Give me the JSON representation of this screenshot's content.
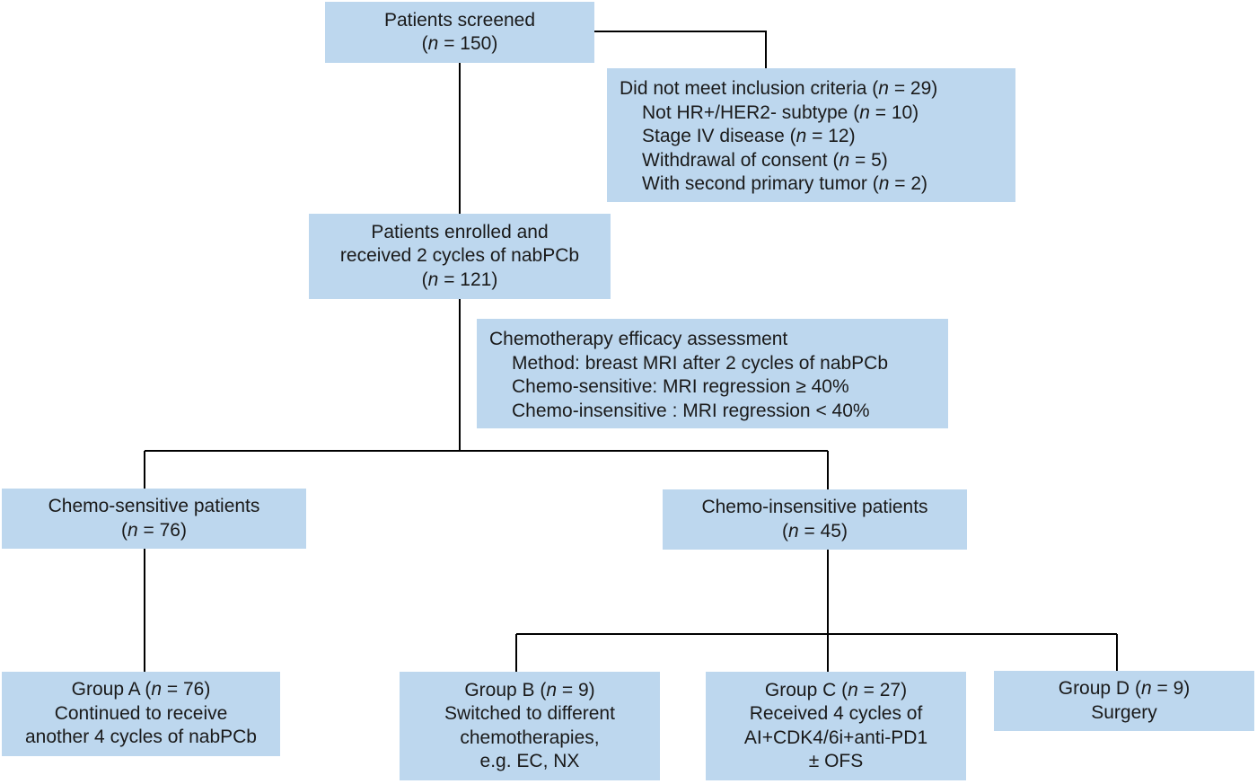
{
  "colors": {
    "box_fill": "#bdd7ee",
    "connector": "#000000",
    "text": "#1a1a1a"
  },
  "nodes": {
    "screened": {
      "lines": [
        "Patients screened",
        "(n = 150)"
      ]
    },
    "excluded": {
      "title": "Did not meet inclusion criteria (n = 29)",
      "items": [
        "Not HR+/HER2- subtype (n = 10)",
        "Stage IV disease (n = 12)",
        "Withdrawal of consent (n = 5)",
        "With second primary tumor (n = 2)"
      ]
    },
    "enrolled": {
      "lines": [
        "Patients enrolled and",
        "received 2 cycles of nabPCb",
        "(n = 121)"
      ]
    },
    "assessment": {
      "title": "Chemotherapy efficacy assessment",
      "items": [
        "Method: breast MRI after 2 cycles of nabPCb",
        "Chemo-sensitive: MRI regression ≥ 40%",
        "Chemo-insensitive : MRI regression < 40%"
      ]
    },
    "sensitive": {
      "lines": [
        "Chemo-sensitive patients",
        "(n = 76)"
      ]
    },
    "insensitive": {
      "lines": [
        "Chemo-insensitive patients",
        "(n = 45)"
      ]
    },
    "group_a": {
      "lines": [
        "Group A (n = 76)",
        "Continued to receive",
        "another 4 cycles of nabPCb"
      ]
    },
    "group_b": {
      "lines": [
        "Group B (n = 9)",
        "Switched to different",
        "chemotherapies,",
        "e.g. EC, NX"
      ]
    },
    "group_c": {
      "lines": [
        "Group C (n = 27)",
        "Received 4 cycles of",
        "AI+CDK4/6i+anti-PD1",
        "± OFS"
      ]
    },
    "group_d": {
      "lines": [
        "Group D (n = 9)",
        "Surgery"
      ]
    }
  }
}
